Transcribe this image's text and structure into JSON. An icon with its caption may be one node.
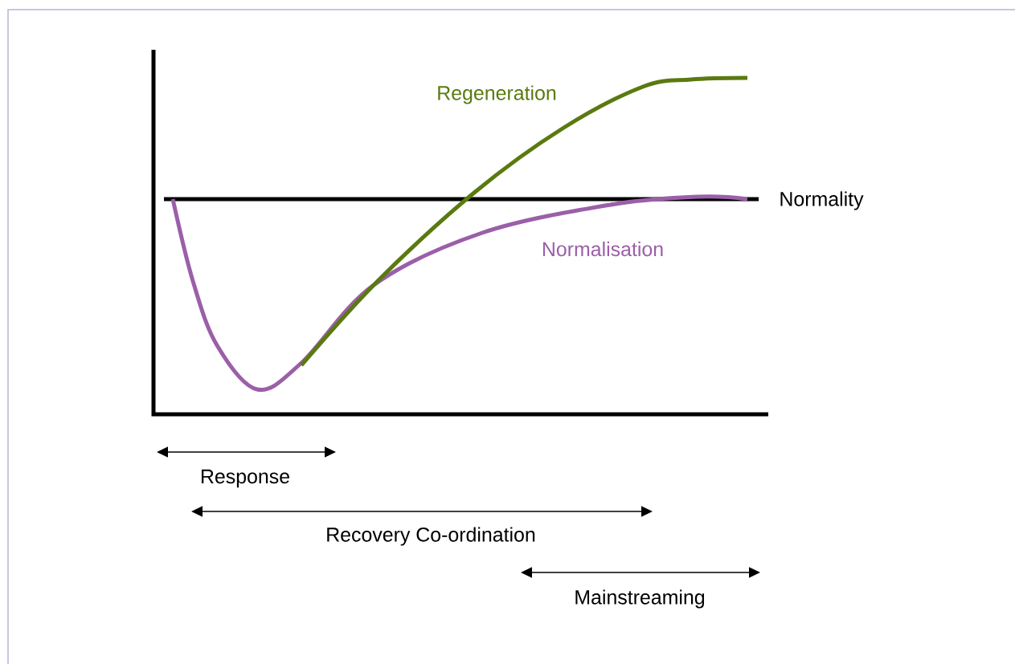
{
  "diagram": {
    "labels": [
      "Regeneration",
      "Normality",
      "Normalisation",
      "Response",
      "Recovery Co-ordination",
      "Mainstreaming"
    ]
  }
}
